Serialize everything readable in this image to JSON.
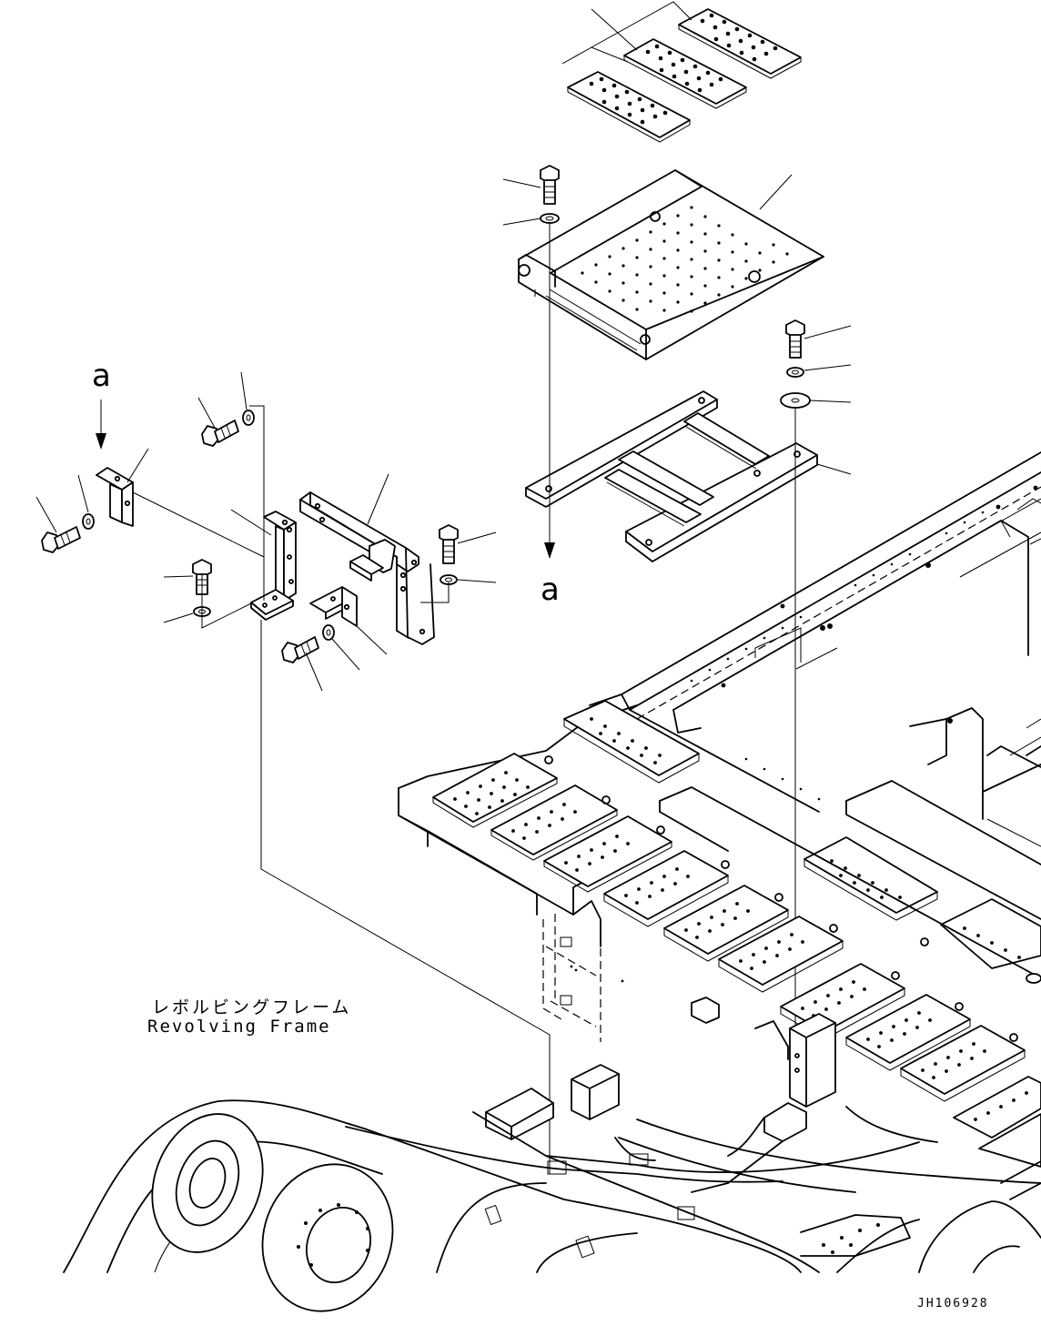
{
  "view_marks": [
    "a",
    "a"
  ],
  "frame_label": {
    "japanese": "レボルビングフレーム",
    "english": "Revolving Frame"
  },
  "drawing_code": "JH106928"
}
